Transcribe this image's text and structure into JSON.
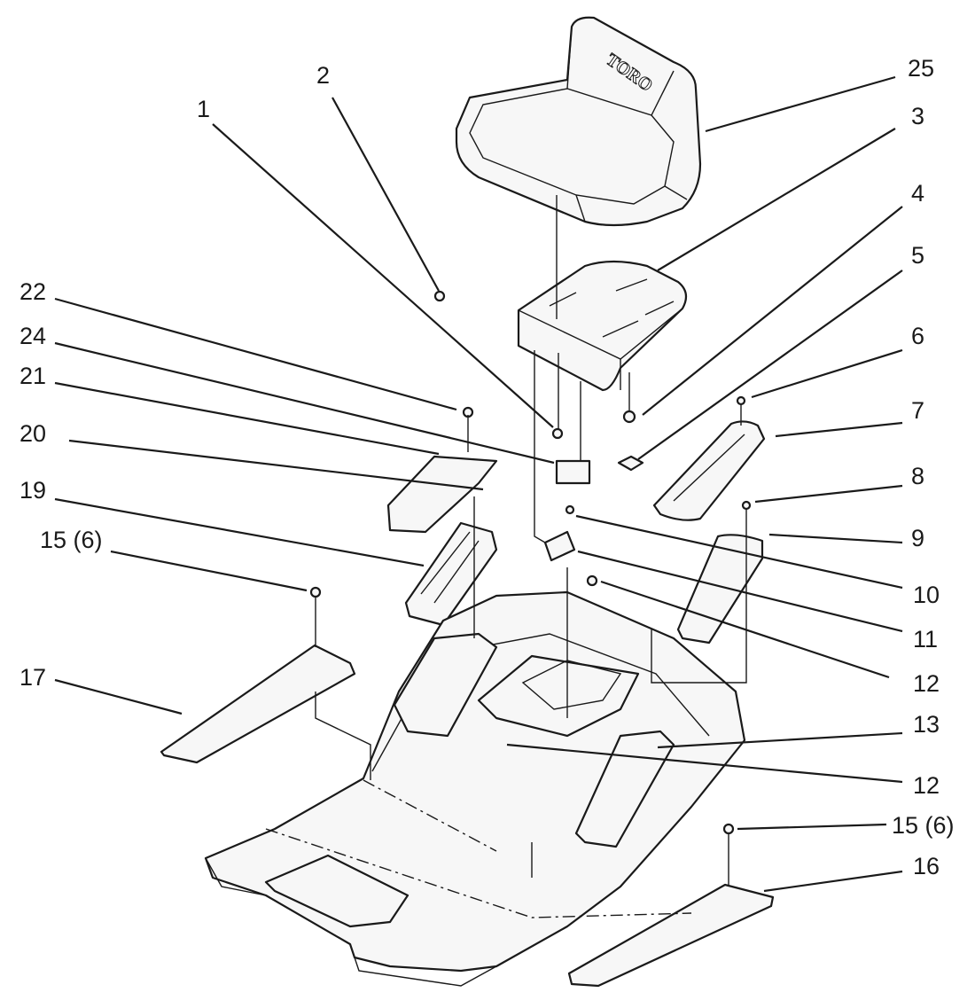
{
  "diagram": {
    "brand_mark": "TORO",
    "callouts": {
      "c1": "1",
      "c2": "2",
      "c3": "3",
      "c4": "4",
      "c5": "5",
      "c6": "6",
      "c7": "7",
      "c8": "8",
      "c9": "9",
      "c10": "10",
      "c11": "11",
      "c12a": "12",
      "c12b": "12",
      "c13": "13",
      "c15a": "15 (6)",
      "c15b": "15 (6)",
      "c16": "16",
      "c17": "17",
      "c19": "19",
      "c20": "20",
      "c21": "21",
      "c22": "22",
      "c24": "24",
      "c25": "25"
    }
  }
}
